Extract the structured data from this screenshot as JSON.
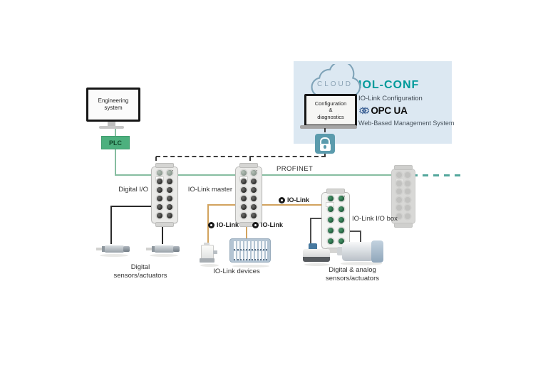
{
  "cloud_panel": {
    "cloud_label": "CLOUD",
    "title": "IOL-CONF",
    "subtitle": "IO-Link Configuration",
    "opcua_label": "OPC UA",
    "caption": "Web-Based Management System",
    "laptop_text": "Configuration\n&\ndiagnostics"
  },
  "left": {
    "engineering_label": "Engineering\nsystem",
    "plc_label": "PLC"
  },
  "network": {
    "profinet_label": "PROFINET",
    "digital_io_label": "Digital I/O",
    "iolink_master_label": "IO-Link master",
    "iolink_io_box_label": "IO-Link I/O box",
    "iolink_branch_labels": [
      "IO-Link",
      "IO-Link",
      "IO-Link"
    ]
  },
  "field_devices": {
    "digital_sensors_label": "Digital\nsensors/actuators",
    "iolink_devices_label": "IO-Link devices",
    "mixed_sensors_label": "Digital & analog\nsensors/actuators"
  },
  "colors": {
    "accent_teal": "#009a9a",
    "panel_bg": "#dce8f2",
    "plc_green": "#4db07e",
    "profinet_green": "#86bda0",
    "iolink_orange": "#d2a35e",
    "lock_teal": "#5b9bad",
    "dashed_line": "#3c3c3c"
  }
}
